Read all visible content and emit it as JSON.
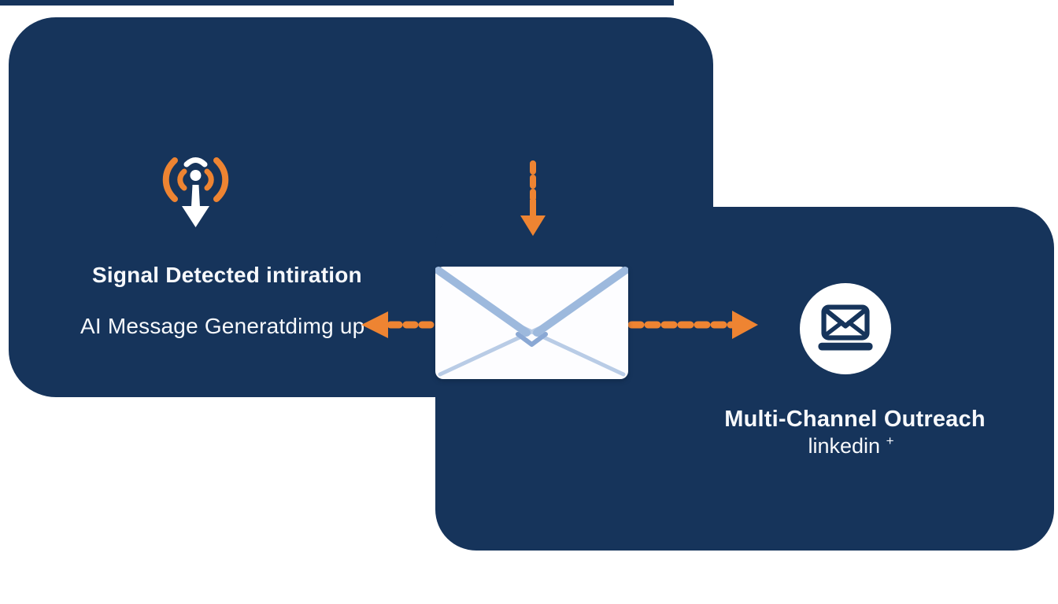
{
  "colors": {
    "navy": "#16345b",
    "orange": "#ee8432",
    "flap": "#9db9dd",
    "flap-light": "#b9cce6",
    "flap-dark": "#8aa8d4",
    "text": "#f7f9fc",
    "bg": "#ffffff"
  },
  "left_panel": {
    "icon": "broadcast-signal-down-arrow-icon",
    "title": "Signal Detected intiration",
    "subtitle": "AI Message Generatdimg up"
  },
  "center": {
    "icon": "envelope-icon",
    "arrows": [
      "down-dashed-arrow",
      "left-dashed-arrow",
      "right-dashed-arrow"
    ]
  },
  "right_panel": {
    "icon": "laptop-mail-icon",
    "title": "Multi-Channel Outreach",
    "subtitle": "linkedin",
    "subtitle_sup": "+"
  }
}
